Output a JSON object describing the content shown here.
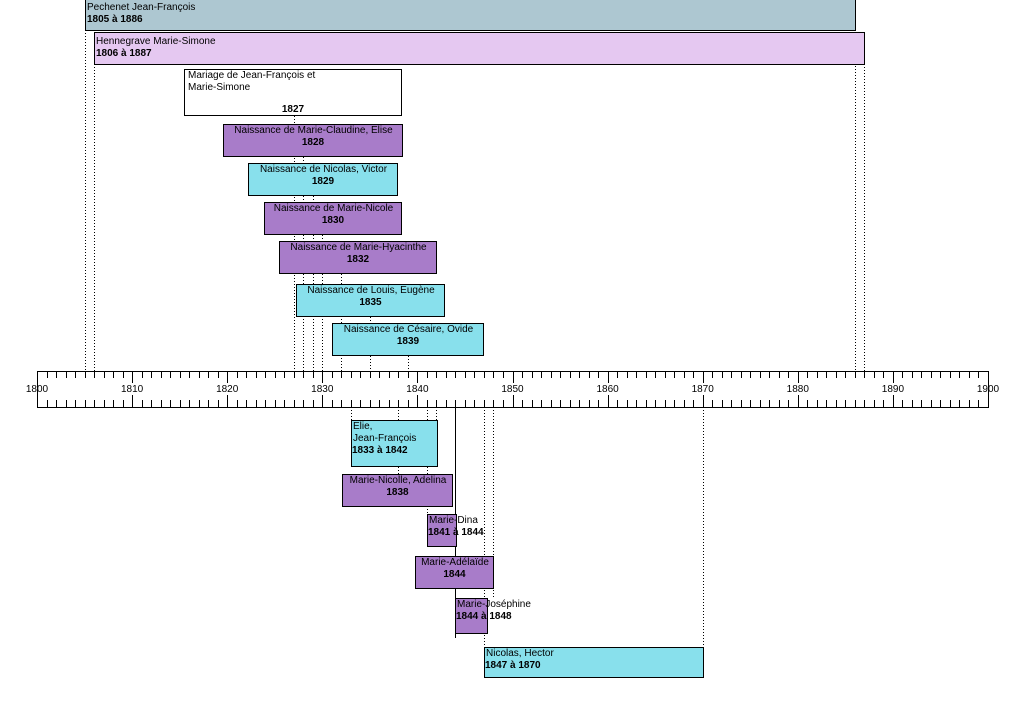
{
  "axis": {
    "start": 1800,
    "end": 1900,
    "labels": [
      "1800",
      "1810",
      "1820",
      "1830",
      "1840",
      "1850",
      "1860",
      "1870",
      "1880",
      "1890",
      "1900"
    ]
  },
  "colors": {
    "father": "#adc7d1",
    "mother": "#e5c8f1",
    "female": "#a87cc9",
    "male": "#88e0ec",
    "marriage": "#ffffff"
  },
  "top_bars": [
    {
      "name": "Pechenet Jean-François",
      "dates": "1805 à 1886",
      "from": 1805,
      "to": 1886,
      "color": "father"
    },
    {
      "name": "Hennegrave Marie-Simone",
      "dates": "1806 à 1887",
      "from": 1806,
      "to": 1887,
      "color": "mother"
    }
  ],
  "events": [
    {
      "lines": [
        "Mariage de Jean-François et",
        "Marie-Simone"
      ],
      "date": "1827",
      "year": 1827,
      "color": "marriage"
    },
    {
      "lines": [
        "Naissance de Marie-Claudine, Elise"
      ],
      "date": "1828",
      "year": 1828,
      "color": "female"
    },
    {
      "lines": [
        "Naissance de Nicolas, Victor"
      ],
      "date": "1829",
      "year": 1829,
      "color": "male"
    },
    {
      "lines": [
        "Naissance de Marie-Nicole"
      ],
      "date": "1830",
      "year": 1830,
      "color": "female"
    },
    {
      "lines": [
        "Naissance de Marie-Hyacinthe"
      ],
      "date": "1832",
      "year": 1832,
      "color": "female"
    },
    {
      "lines": [
        "Naissance de Louis, Eugène"
      ],
      "date": "1835",
      "year": 1835,
      "color": "male"
    },
    {
      "lines": [
        "Naissance de Césaire, Ovide"
      ],
      "date": "1839",
      "year": 1839,
      "color": "male"
    }
  ],
  "children": [
    {
      "lines": [
        "Elie,",
        "Jean-François"
      ],
      "dates": "1833 à 1842",
      "from": 1833,
      "to": 1842,
      "color": "male"
    },
    {
      "lines": [
        "Marie-Nicolle, Adelina"
      ],
      "dates": "1838",
      "from": 1838,
      "to": 1838,
      "color": "female"
    },
    {
      "lines": [
        "Marie-Dina"
      ],
      "dates": "1841 à 1844",
      "from": 1841,
      "to": 1844,
      "color": "female"
    },
    {
      "lines": [
        "Marie-Adélaïde"
      ],
      "dates": "1844",
      "from": 1844,
      "to": 1844,
      "color": "female"
    },
    {
      "lines": [
        "Marie-Joséphine"
      ],
      "dates": "1844 à 1848",
      "from": 1844,
      "to": 1848,
      "color": "female"
    },
    {
      "lines": [
        "Nicolas, Hector"
      ],
      "dates": "1847 à 1870",
      "from": 1847,
      "to": 1870,
      "color": "male"
    }
  ]
}
